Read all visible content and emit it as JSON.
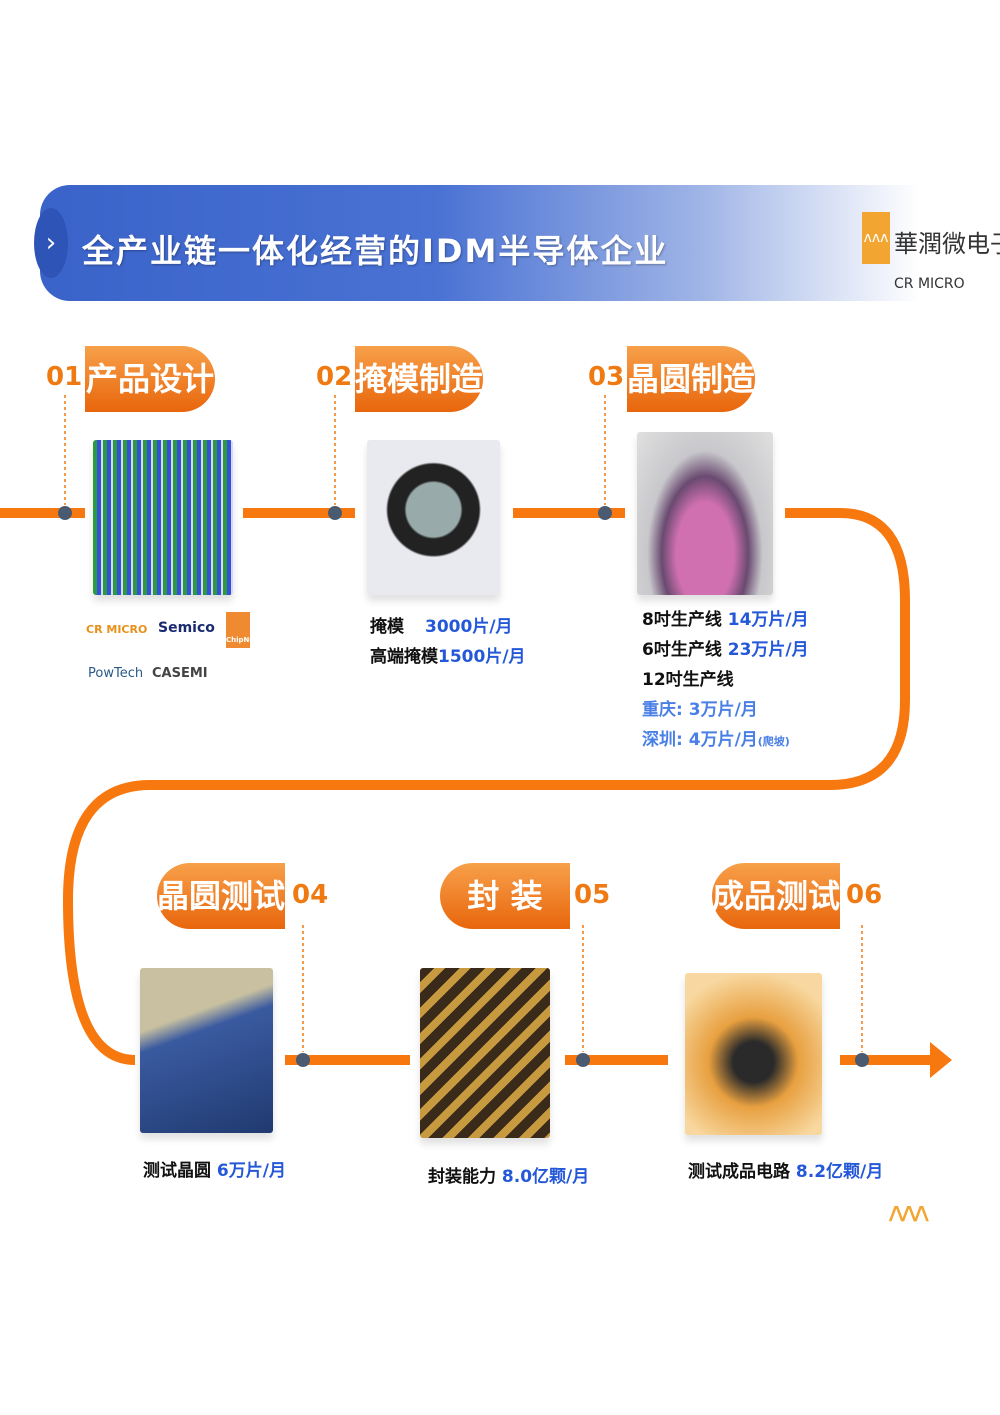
{
  "header": {
    "title": "全产业链一体化经营的IDM半导体企业",
    "chevron_icon": "chevron-right-icon"
  },
  "logo": {
    "cn": "華潤微电子",
    "en": "CR MICRO"
  },
  "colors": {
    "accent": "#f07a12",
    "blue": "#3a63c9",
    "value": "#2458d8"
  },
  "steps": [
    {
      "num": "01",
      "label": "产品设计",
      "brands": [
        "CR MICRO",
        "Semico",
        "ChipNext",
        "PowTech",
        "CASEMI"
      ]
    },
    {
      "num": "02",
      "label": "掩模制造",
      "lines": [
        {
          "name": "掩模",
          "value": "3000片/月"
        },
        {
          "name": "高端掩模",
          "value": "1500片/月"
        }
      ]
    },
    {
      "num": "03",
      "label": "晶圆制造",
      "lines": [
        {
          "name": "8吋生产线",
          "value": "14万片/月"
        },
        {
          "name": "6吋生产线",
          "value": "23万片/月"
        },
        {
          "name": "12吋生产线",
          "value": ""
        }
      ],
      "sub": [
        {
          "name": "重庆:",
          "value": "3万片/月"
        },
        {
          "name": "深圳:",
          "value": "4万片/月",
          "note": "(爬坡)"
        }
      ]
    },
    {
      "num": "04",
      "label": "晶圆测试",
      "caption": {
        "name": "测试晶圆",
        "value": "6万片/月"
      }
    },
    {
      "num": "05",
      "label": "封 装",
      "caption": {
        "name": "封装能力",
        "value": "8.0亿颗/月"
      }
    },
    {
      "num": "06",
      "label": "成品测试",
      "caption": {
        "name": "测试成品电路",
        "value": "8.2亿颗/月"
      }
    }
  ]
}
